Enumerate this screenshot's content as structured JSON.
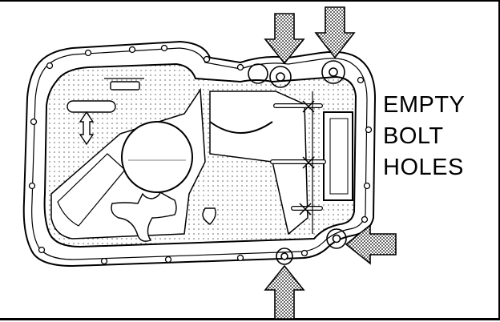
{
  "callout": {
    "lines": [
      "EMPTY",
      "BOLT",
      "HOLES"
    ]
  }
}
